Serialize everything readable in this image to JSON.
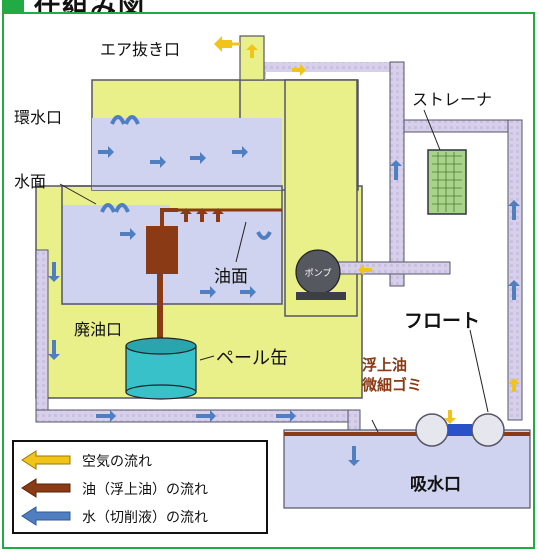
{
  "title": "仕組み図",
  "colors": {
    "frame": "#22aa44",
    "tank_fill": "#e9f08a",
    "water_fill": "#cfd3ef",
    "pipe_fill": "#d7d0ea",
    "pipe_edge": "#556",
    "oil_brown": "#8a3a14",
    "air_yellow": "#f2c318",
    "water_blue": "#4f7fc0",
    "pail": "#38c1c8"
  },
  "labels": {
    "air_vent": "エア抜き口",
    "return_port": "環水口",
    "water_surface": "水面",
    "strainer": "ストレーナ",
    "oil_surface": "油面",
    "pump": "ポンプ",
    "drain_port": "廃油口",
    "pail_can": "ペール缶",
    "float": "フロート",
    "floating_oil": "浮上油",
    "fine_dust": "微細ゴミ",
    "intake": "吸水口"
  },
  "legend": [
    {
      "color_key": "air_yellow",
      "label": "空気の流れ"
    },
    {
      "color_key": "oil_brown",
      "label": "油（浮上油）の流れ"
    },
    {
      "color_key": "water_blue",
      "label": "水（切削液）の流れ"
    }
  ]
}
